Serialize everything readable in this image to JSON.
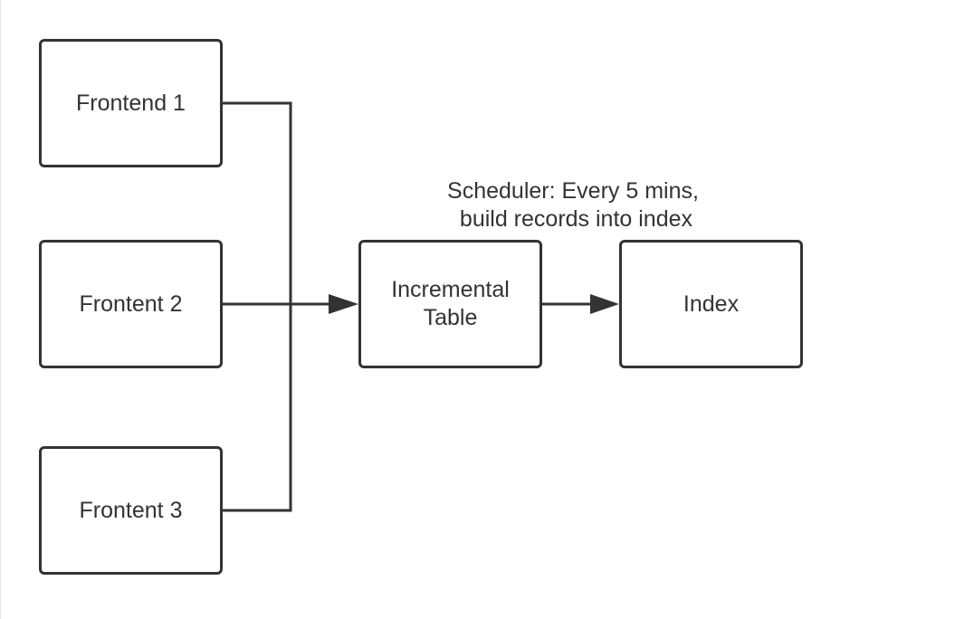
{
  "diagram": {
    "nodes": {
      "frontend_1": "Frontend 1",
      "frontend_2": "Frontent 2",
      "frontend_3": "Frontent 3",
      "incremental_table": "Incremental\nTable",
      "index": "Index"
    },
    "annotation": {
      "line1": "Scheduler: Every 5 mins,",
      "line2": " build records into index"
    },
    "colors": {
      "stroke": "#333333",
      "background": "#ffffff"
    }
  }
}
